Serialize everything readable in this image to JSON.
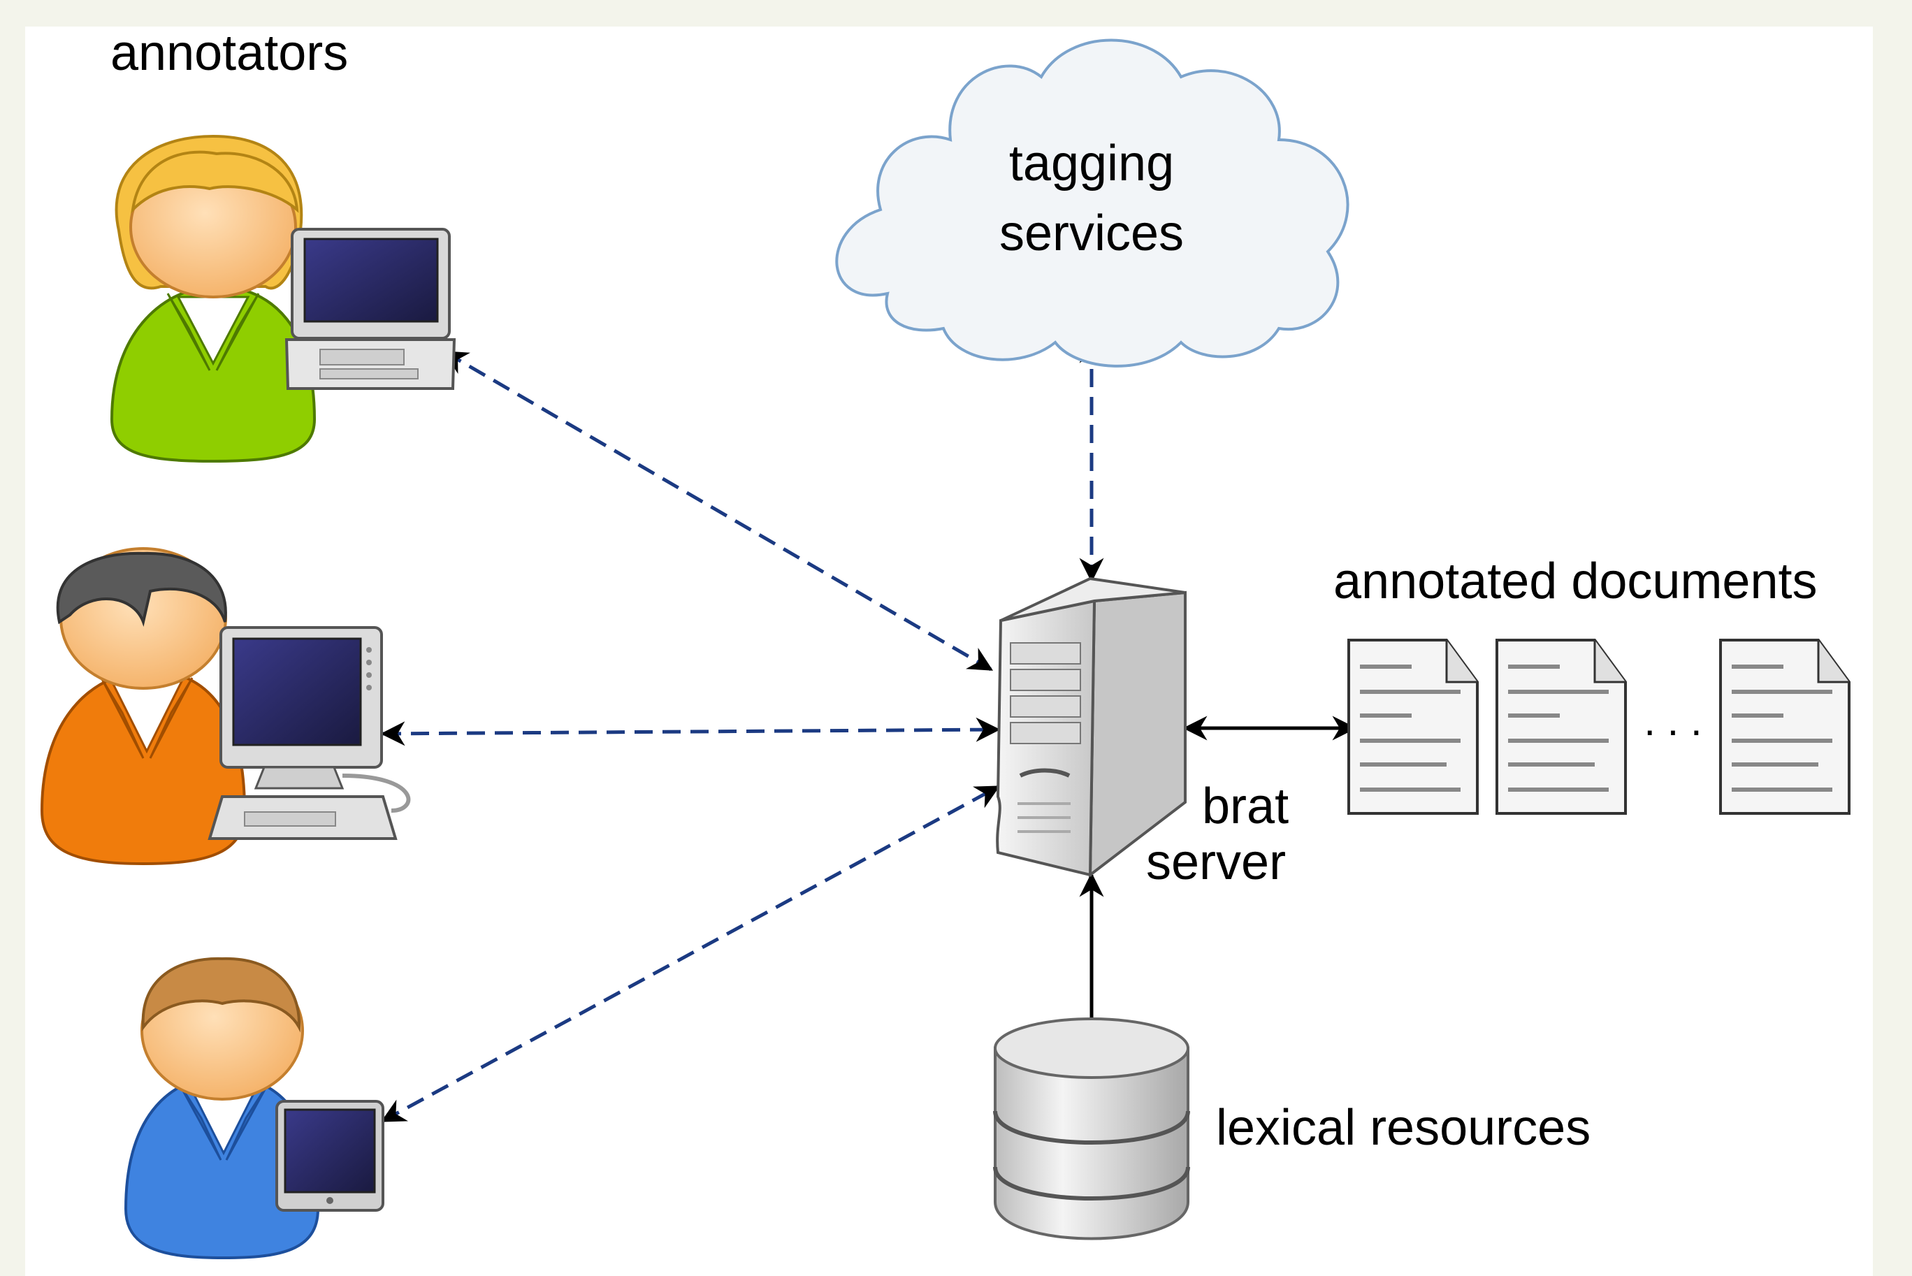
{
  "labels": {
    "annotators": "annotators",
    "tagging_line1": "tagging",
    "tagging_line2": "services",
    "annotated_documents": "annotated documents",
    "brat_line1": "brat",
    "brat_line2": "server",
    "lexical_resources": "lexical resources",
    "ellipsis": ". . ."
  },
  "colors": {
    "background": "#f3f4eb",
    "panel": "#ffffff",
    "dashed_arrow": "#1b3a82",
    "solid_arrow": "#000000",
    "cloud_stroke": "#7ba3cc",
    "cloud_fill": "#f2f5f8",
    "annotator_1_shirt": "#8fce00",
    "annotator_2_shirt": "#f07c0c",
    "annotator_3_shirt": "#3f83e0",
    "annotator_1_hair": "#f6c142",
    "annotator_2_hair": "#5a5a5a",
    "annotator_3_hair": "#c88a45"
  },
  "icons": [
    "user-laptop-icon",
    "user-desktop-icon",
    "user-tablet-icon",
    "cloud-icon",
    "server-icon",
    "document-icon",
    "database-icon"
  ]
}
